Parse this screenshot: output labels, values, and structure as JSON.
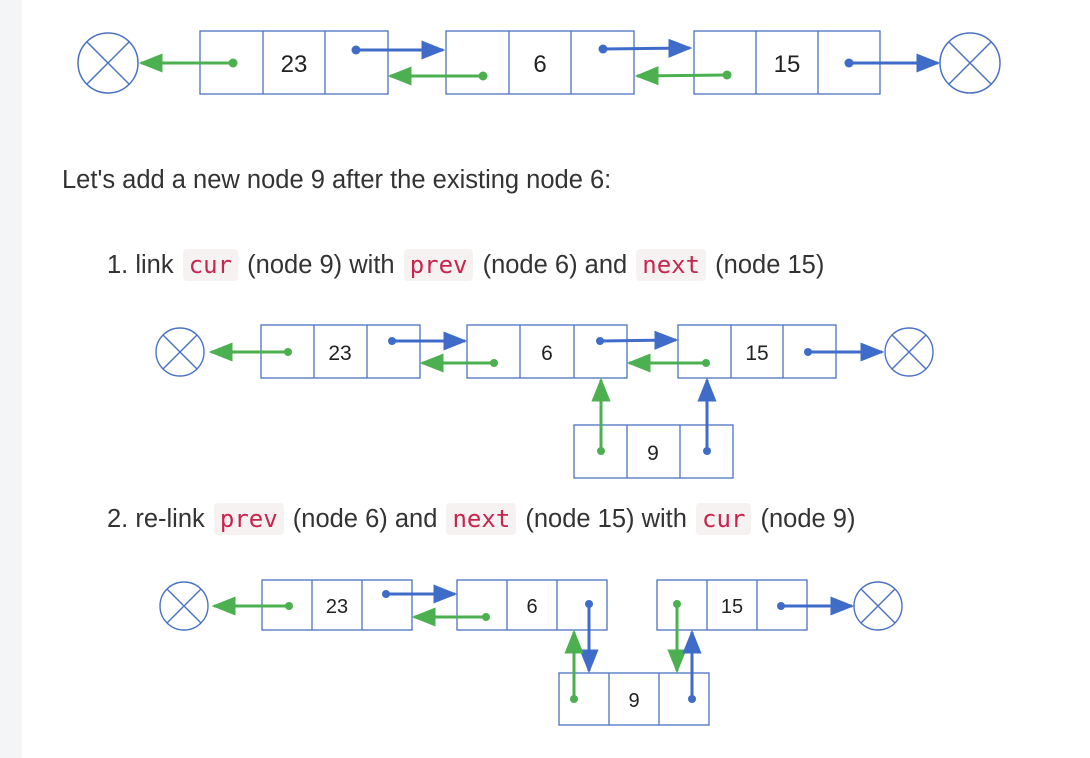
{
  "colors": {
    "box_stroke": "#4a72c4",
    "next_arrow": "#3f6cc9",
    "prev_arrow": "#4caf50",
    "inline_code_text": "#c7254e",
    "inline_code_bg": "#f7f2f2",
    "body_text": "#333333"
  },
  "diagram_initial": {
    "values": [
      "23",
      "6",
      "15"
    ]
  },
  "intro": {
    "text": "Let's add a new node 9 after the existing node 6:"
  },
  "step1": {
    "number": "1. link",
    "var_cur": "cur",
    "text_cur_note": "(node 9) with",
    "var_prev": "prev",
    "text_prev_note": "(node 6) and",
    "var_next": "next",
    "text_next_note": "(node 15)"
  },
  "diagram_step1": {
    "values": [
      "23",
      "6",
      "15"
    ],
    "new_value": "9"
  },
  "step2": {
    "number": "2. re-link",
    "var_prev": "prev",
    "text_prev_note": "(node 6) and",
    "var_next": "next",
    "text_next_note": "(node 15) with",
    "var_cur": "cur",
    "text_cur_note": "(node 9)"
  },
  "diagram_step2": {
    "values": [
      "23",
      "6",
      "15"
    ],
    "new_value": "9"
  }
}
